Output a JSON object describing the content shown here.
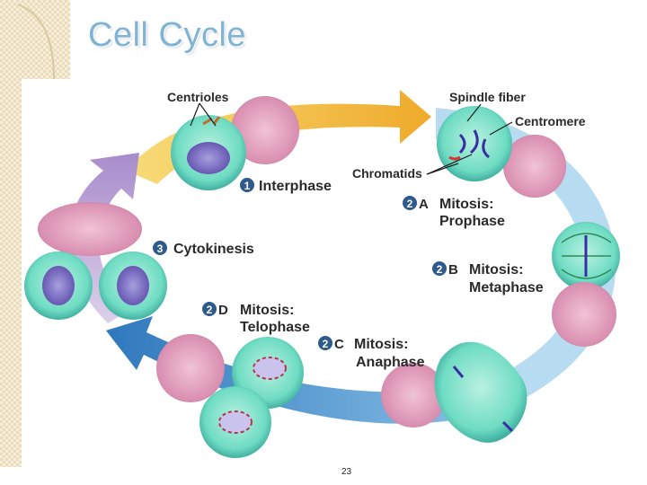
{
  "slide": {
    "title": "Cell Cycle",
    "page_number": "23"
  },
  "labels": {
    "centrioles": "Centrioles",
    "spindle_fiber": "Spindle fiber",
    "centromere": "Centromere",
    "chromatids": "Chromatids",
    "interphase_num": "1",
    "interphase": "Interphase",
    "prophase_num": "2",
    "prophase_letter": "A",
    "prophase_line1": "Mitosis:",
    "prophase_line2": "Prophase",
    "metaphase_num": "2",
    "metaphase_letter": "B",
    "metaphase_line1": "Mitosis:",
    "metaphase_line2": "Metaphase",
    "anaphase_num": "2",
    "anaphase_letter": "C",
    "anaphase_line1": "Mitosis:",
    "anaphase_line2": "Anaphase",
    "telophase_num": "2",
    "telophase_letter": "D",
    "telophase_line1": "Mitosis:",
    "telophase_line2": "Telophase",
    "cytokinesis_num": "3",
    "cytokinesis": "Cytokinesis"
  },
  "colors": {
    "title": "#7fb4d6",
    "number_badge": "#2f5a8c",
    "arrow_yellow": "#f2b73a",
    "arrow_blue": "#3a86c8",
    "arrow_purple": "#b49ad2",
    "cell_teal": "#5fd6bd",
    "cell_pink": "#d98fb0",
    "nucleus_purple": "#6c5fb8"
  }
}
